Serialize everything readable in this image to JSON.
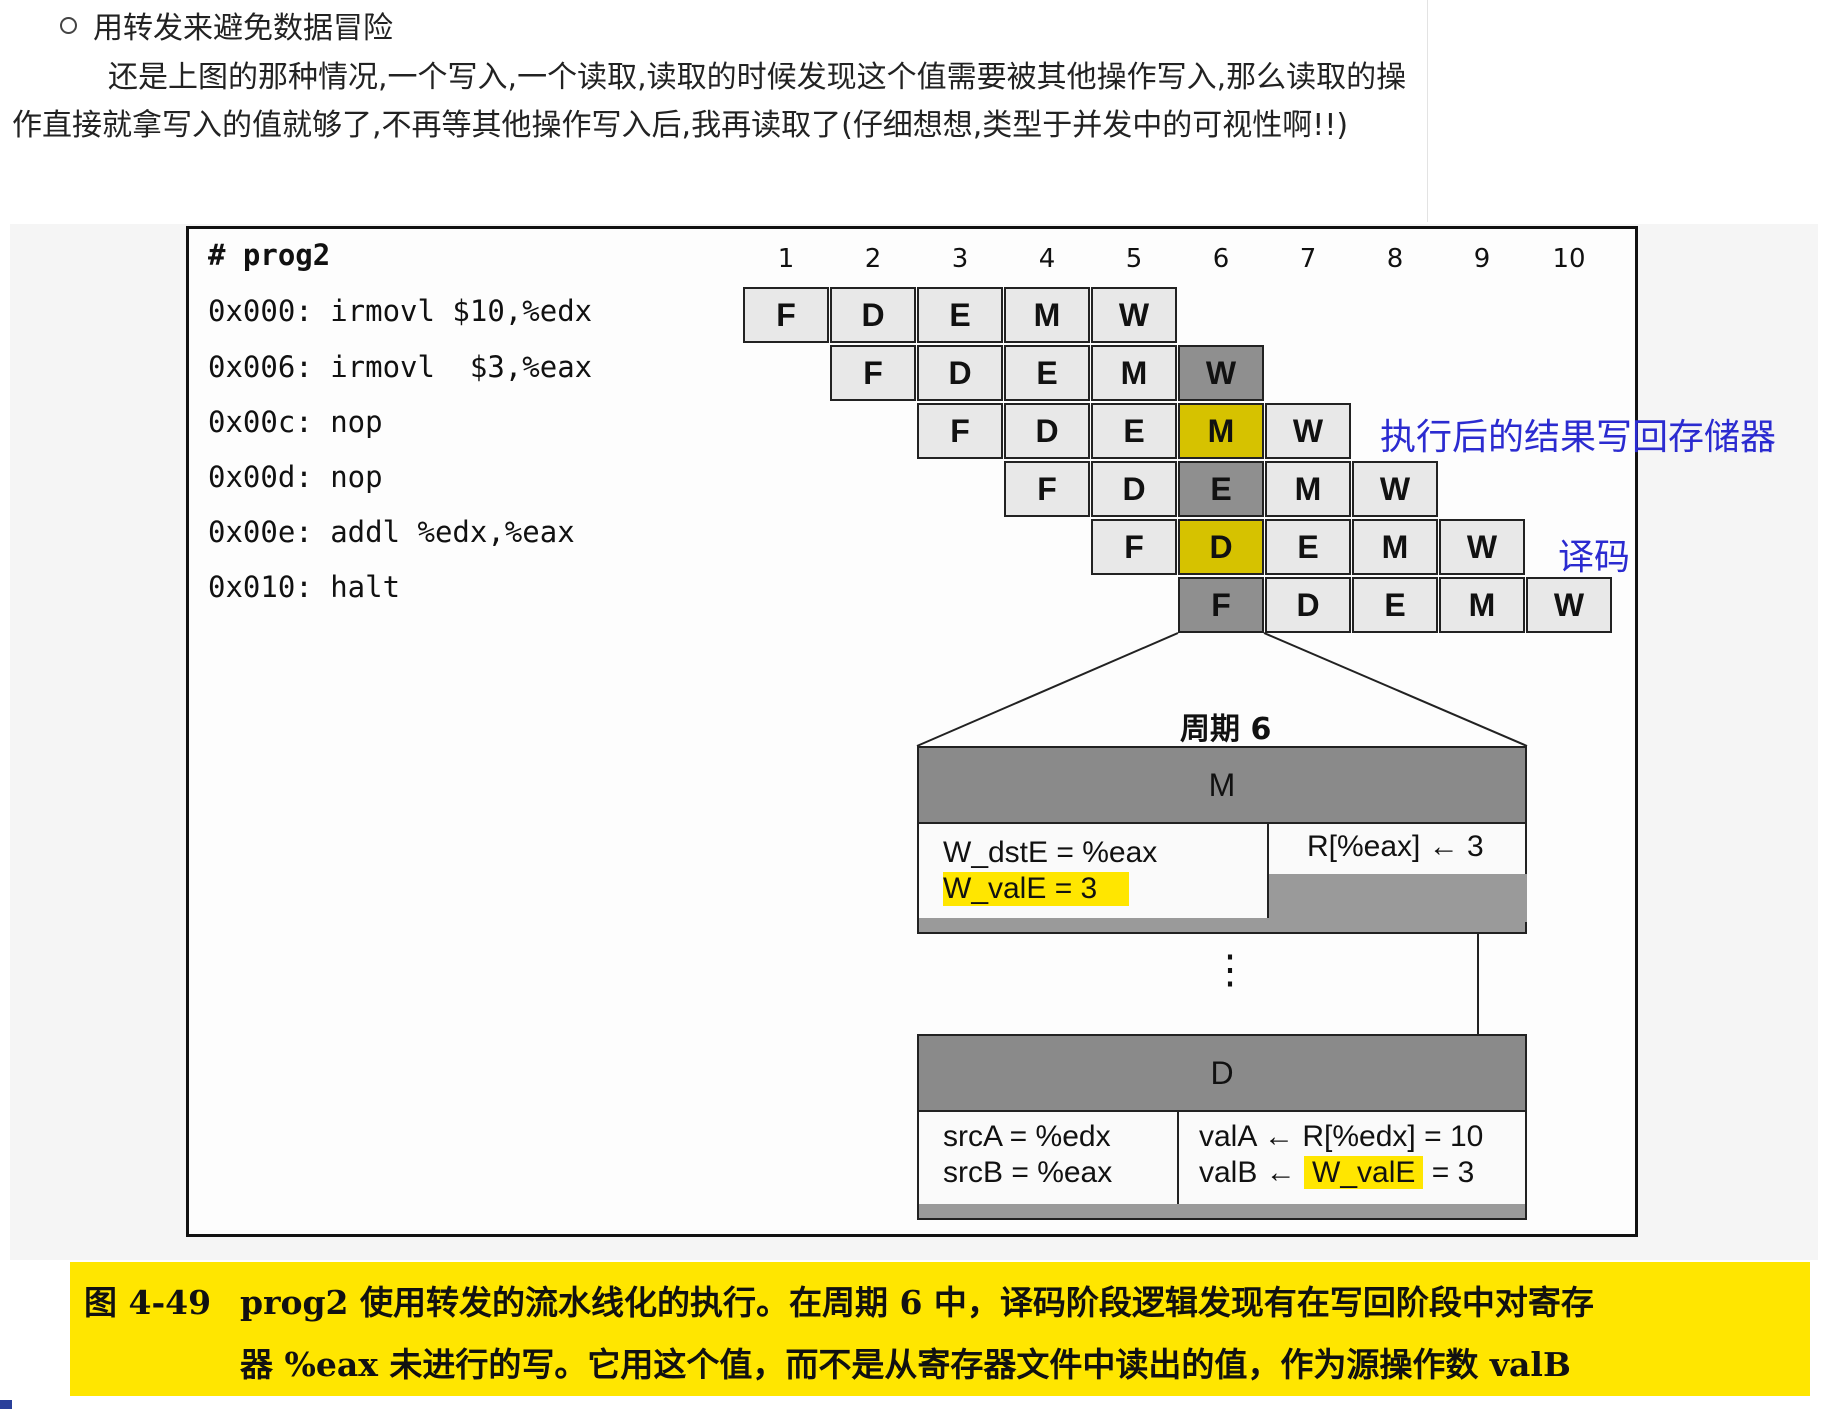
{
  "bullet": {
    "text": "用转发来避免数据冒险"
  },
  "paragraph": {
    "text": "还是上图的那种情况,一个写入,一个读取,读取的时候发现这个值需要被其他操作写入,那么读取的操作直接就拿写入的值就够了,不再等其他操作写入后,我再读取了(仔细想想,类型于并发中的可视性啊!!)"
  },
  "figure": {
    "program_title": "# prog2",
    "code_lines": [
      "0x000: irmovl $10,%edx",
      "0x006: irmovl  $3,%eax",
      "0x00c: nop",
      "0x00d: nop",
      "0x00e: addl %edx,%eax",
      "0x010: halt"
    ],
    "cycles": [
      "1",
      "2",
      "3",
      "4",
      "5",
      "6",
      "7",
      "8",
      "9",
      "10"
    ],
    "stage_labels": {
      "F": "F",
      "D": "D",
      "E": "E",
      "M": "M",
      "W": "W"
    },
    "annotation_writeback": "执行后的结果写回存储器",
    "annotation_decode": "译码",
    "cycle_title": "周期 6",
    "m_box": {
      "header": "M",
      "left_line1": "W_dstE = %eax",
      "left_line2": "W_valE = 3",
      "right_line1": "R[%eax] ← 3"
    },
    "d_box": {
      "header": "D",
      "src_a": "srcA = %edx",
      "src_b": "srcB = %eax",
      "val_a": "valA ← R[%edx] = 10",
      "val_b_prefix": "valB ←",
      "val_b_highlight": "W_valE",
      "val_b_suffix": "= 3"
    },
    "dots": "⋮"
  },
  "caption": {
    "label": "图 4-49",
    "line1": "prog2 使用转发的流水线化的执行。在周期 6 中，译码阶段逻辑发现有在写回阶段中对寄存",
    "line2": "器 %eax 未进行的写。它用这个值，而不是从寄存器文件中读出的值，作为源操作数 valB"
  },
  "colors": {
    "highlight": "#ffe600",
    "annotation": "#2b2bd0",
    "stage_dark": "#8f8f8f"
  }
}
